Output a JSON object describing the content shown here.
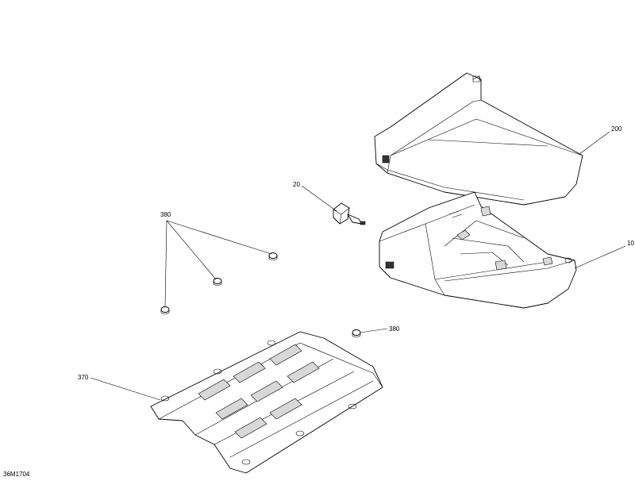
{
  "diagram": {
    "reference_code": "36M1704",
    "callouts": {
      "part_10": "10",
      "part_20": "20",
      "part_200": "200",
      "part_370": "370",
      "part_380_group": "380",
      "part_380_single": "380"
    }
  }
}
